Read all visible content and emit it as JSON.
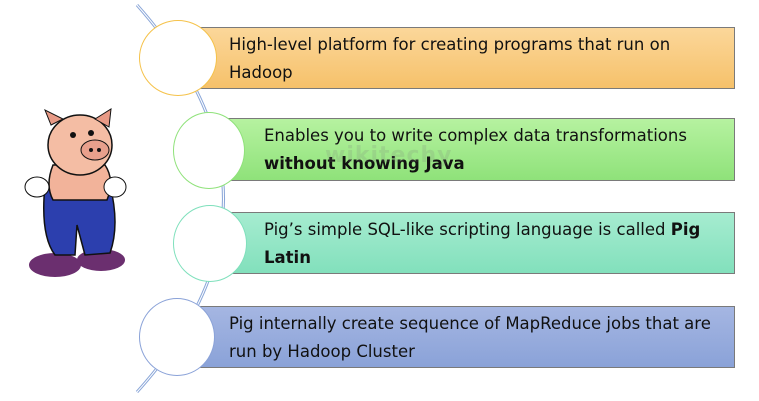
{
  "items": [
    {
      "text": "High-level platform for creating programs that run on Hadoop",
      "bold": ""
    },
    {
      "text": "Enables you to write complex data transformations ",
      "bold": "without knowing Java"
    },
    {
      "text": "Pig’s simple SQL-like scripting language is called ",
      "bold": "Pig Latin"
    },
    {
      "text": "Pig internally create sequence of MapReduce jobs that are  run by  Hadoop Cluster",
      "bold": ""
    }
  ],
  "watermark": "wikitechy",
  "colors": {
    "item1": "#f8c878",
    "item2": "#9fe88a",
    "item3": "#8fe4c4",
    "item4": "#95aade",
    "line": "#8aa6d8"
  }
}
